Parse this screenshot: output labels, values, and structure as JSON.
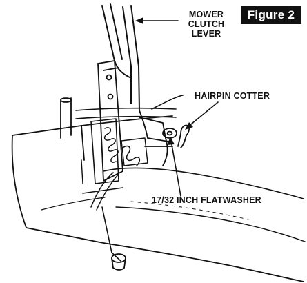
{
  "figure_label": "Figure 2",
  "callouts": {
    "mower_clutch_lever": [
      "MOWER",
      "CLUTCH",
      "LEVER"
    ],
    "hairpin_cotter": "HAIRPIN COTTER",
    "flatwasher": "17/32 INCH FLATWASHER"
  },
  "colors": {
    "ink": "#111111",
    "background": "#ffffff",
    "badge_text": "#ffffff"
  }
}
